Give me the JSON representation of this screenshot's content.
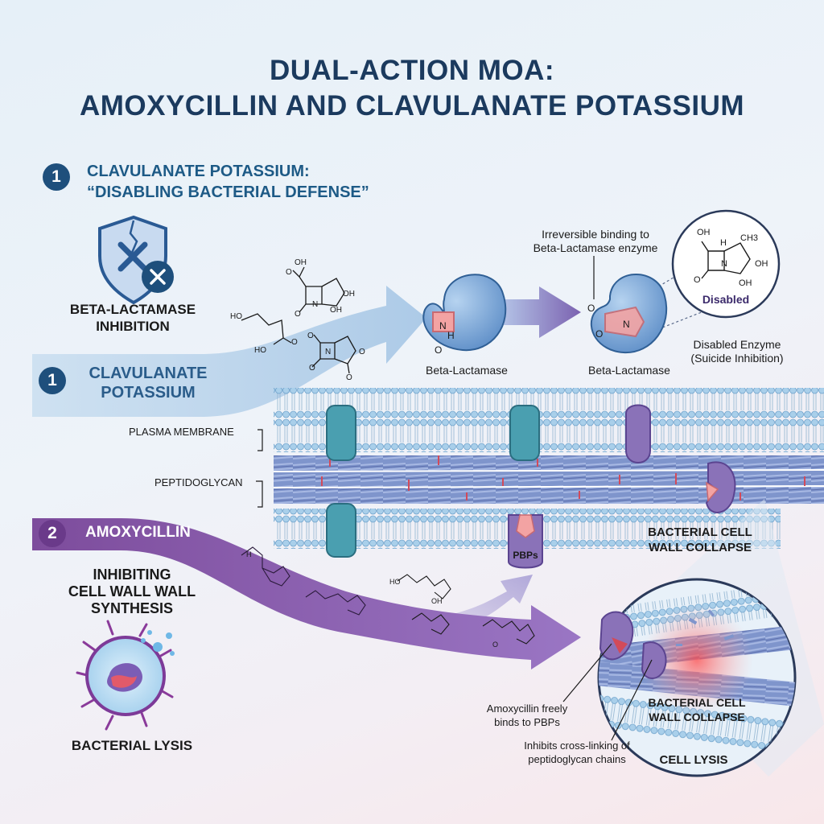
{
  "title": {
    "line1": "DUAL-ACTION MOA:",
    "line2": "AMOXYCILLIN AND CLAVULANATE POTASSIUM"
  },
  "section1": {
    "number": "1",
    "title_line1": "CLAVULANATE POTASSIUM:",
    "title_line2": "“DISABLING BACTERIAL DEFENSE”",
    "shield_label_line1": "BETA-LACTAMASE",
    "shield_label_line2": "INHIBITION",
    "arrow_number": "1",
    "arrow_label_line1": "CLAVULANATE",
    "arrow_label_line2": "POTASSIUM"
  },
  "enzyme": {
    "label_left": "Beta-Lactamase",
    "label_right": "Beta-Lactamase",
    "binding_note_line1": "Irreversible binding to",
    "binding_note_line2": "Beta-Lactamase enzyme",
    "disabled_badge": "Disabled",
    "disabled_note_line1": "Disabled Enzyme",
    "disabled_note_line2": "(Suicide Inhibition)",
    "atom_n": "N",
    "atom_h": "H",
    "atom_o": "O"
  },
  "chem_labels": {
    "oh": "OH",
    "ho": "HO",
    "o": "O",
    "n": "N",
    "h": "H",
    "ch3": "CH3"
  },
  "membrane": {
    "plasma_label": "PLASMA MEMBRANE",
    "peptidoglycan_label": "PEPTIDOGLYCAN",
    "pbps_label": "PBPs"
  },
  "section2": {
    "number": "2",
    "arrow_label": "AMOXYCILLIN",
    "subtitle_line1": "INHIBITING",
    "subtitle_line2": "CELL WALL WALL",
    "subtitle_line3": "SYNTHESIS",
    "lysis_label": "BACTERIAL LYSIS"
  },
  "collapse": {
    "top_label_line1": "BACTERIAL CELL",
    "top_label_line2": "WALL COLLAPSE",
    "circle_label_line1": "BACTERIAL CELL",
    "circle_label_line2": "WALL COLLAPSE",
    "cell_lysis": "CELL LYSIS",
    "binds_note_line1": "Amoxycillin freely",
    "binds_note_line2": "binds to PBPs",
    "inhibits_note_line1": "Inhibits cross-linking of",
    "inhibits_note_line2": "peptidoglycan chains"
  },
  "colors": {
    "navy": "#1b3a5e",
    "blue_accent": "#1e4f7c",
    "purple_accent": "#6a3a8a",
    "enzyme_blue": "#8fb8e3",
    "protein_teal": "#4a9fb0",
    "protein_purple": "#8a72b8",
    "pink_site": "#f3a3a3"
  }
}
